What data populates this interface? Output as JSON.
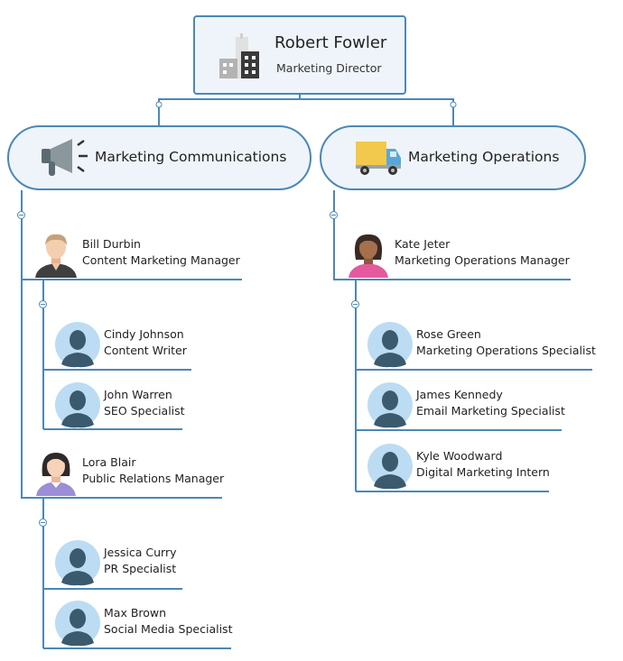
{
  "root": {
    "name": "Robert Fowler",
    "title": "Marketing Director",
    "icon": "office-buildings-icon"
  },
  "departments": [
    {
      "label": "Marketing Communications",
      "icon": "megaphone-icon",
      "managers": [
        {
          "name": "Bill Durbin",
          "title": "Content Marketing Manager",
          "avatar": "male-avatar",
          "reports": [
            {
              "name": "Cindy Johnson",
              "title": "Content Writer"
            },
            {
              "name": "John Warren",
              "title": "SEO Specialist"
            }
          ]
        },
        {
          "name": "Lora Blair",
          "title": "Public Relations Manager",
          "avatar": "female-avatar",
          "reports": [
            {
              "name": "Jessica Curry",
              "title": "PR Specialist"
            },
            {
              "name": "Max Brown",
              "title": "Social Media Specialist"
            }
          ]
        }
      ]
    },
    {
      "label": "Marketing Operations",
      "icon": "delivery-truck-icon",
      "managers": [
        {
          "name": "Kate Jeter",
          "title": "Marketing Operations Manager",
          "avatar": "female-avatar-dark",
          "reports": [
            {
              "name": "Rose Green",
              "title": "Marketing Operations Specialist"
            },
            {
              "name": "James Kennedy",
              "title": "Email Marketing Specialist"
            },
            {
              "name": "Kyle Woodward",
              "title": "Digital Marketing Intern"
            }
          ]
        }
      ]
    }
  ],
  "colors": {
    "line": "#4b88b6",
    "box_fill": "#eef4f9",
    "placeholder_avatar": "#bcdcf4",
    "placeholder_figure": "#3b5a6e"
  }
}
